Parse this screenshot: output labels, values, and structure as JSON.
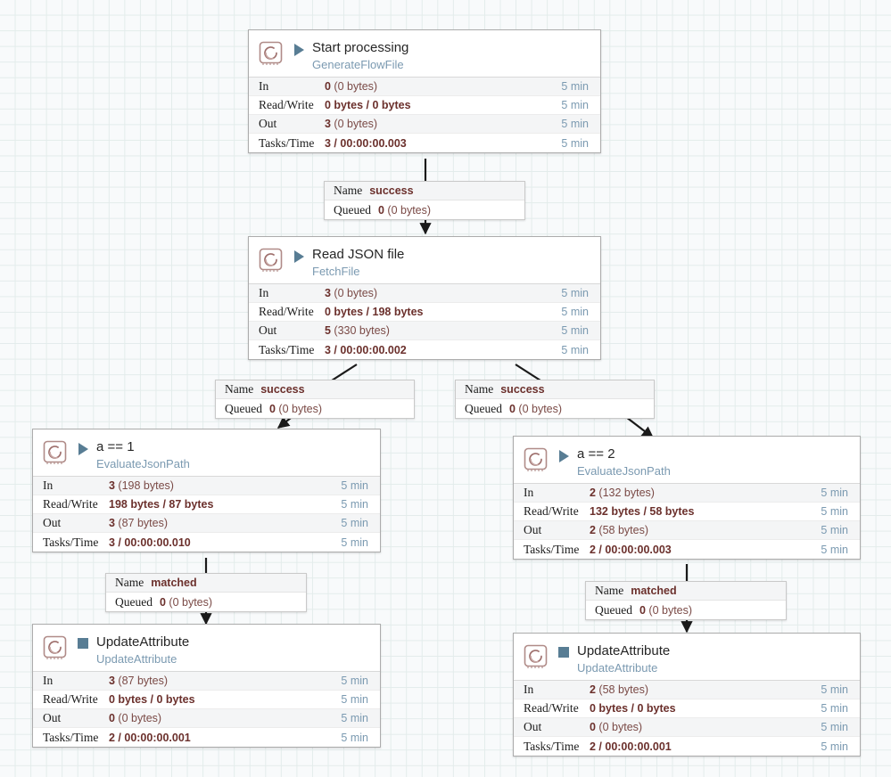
{
  "canvas": {
    "grid_color": "#e3eceb",
    "background_color": "#f8fafb",
    "accent_value_color": "#6b302c",
    "accent_type_color": "#7b9ab1",
    "run_glyph_color": "#587d94"
  },
  "stat_labels": {
    "in": "In",
    "read_write": "Read/Write",
    "out": "Out",
    "tasks_time": "Tasks/Time"
  },
  "conn_labels": {
    "name_key": "Name",
    "queued_key": "Queued"
  },
  "processors": [
    {
      "id": "start-processing",
      "name": "Start processing",
      "type": "GenerateFlowFile",
      "icon": "processor-chip-icon",
      "run_status": "running",
      "run_glyph": "play-icon",
      "stats": {
        "in_value": "0",
        "in_detail": " (0 bytes)",
        "in_time": "5 min",
        "rw_value": "0 bytes / 0 bytes",
        "rw_detail": "",
        "rw_time": "5 min",
        "out_value": "3",
        "out_detail": " (0 bytes)",
        "out_time": "5 min",
        "tasks_value": "3 / 00:00:00.003",
        "tasks_detail": "",
        "tasks_time": "5 min"
      }
    },
    {
      "id": "read-json-file",
      "name": "Read JSON file",
      "type": "FetchFile",
      "icon": "processor-chip-icon",
      "run_status": "running",
      "run_glyph": "play-icon",
      "stats": {
        "in_value": "3",
        "in_detail": " (0 bytes)",
        "in_time": "5 min",
        "rw_value": "0 bytes / 198 bytes",
        "rw_detail": "",
        "rw_time": "5 min",
        "out_value": "5",
        "out_detail": " (330 bytes)",
        "out_time": "5 min",
        "tasks_value": "3 / 00:00:00.002",
        "tasks_detail": "",
        "tasks_time": "5 min"
      }
    },
    {
      "id": "a-equals-1",
      "name": "a == 1",
      "type": "EvaluateJsonPath",
      "icon": "processor-chip-icon",
      "run_status": "running",
      "run_glyph": "play-icon",
      "stats": {
        "in_value": "3",
        "in_detail": " (198 bytes)",
        "in_time": "5 min",
        "rw_value": "198 bytes / 87 bytes",
        "rw_detail": "",
        "rw_time": "5 min",
        "out_value": "3",
        "out_detail": " (87 bytes)",
        "out_time": "5 min",
        "tasks_value": "3 / 00:00:00.010",
        "tasks_detail": "",
        "tasks_time": "5 min"
      }
    },
    {
      "id": "a-equals-2",
      "name": "a == 2",
      "type": "EvaluateJsonPath",
      "icon": "processor-chip-icon",
      "run_status": "running",
      "run_glyph": "play-icon",
      "stats": {
        "in_value": "2",
        "in_detail": " (132 bytes)",
        "in_time": "5 min",
        "rw_value": "132 bytes / 58 bytes",
        "rw_detail": "",
        "rw_time": "5 min",
        "out_value": "2",
        "out_detail": " (58 bytes)",
        "out_time": "5 min",
        "tasks_value": "2 / 00:00:00.003",
        "tasks_detail": "",
        "tasks_time": "5 min"
      }
    },
    {
      "id": "update-attribute-left",
      "name": "UpdateAttribute",
      "type": "UpdateAttribute",
      "icon": "processor-chip-icon",
      "run_status": "stopped",
      "run_glyph": "stop-icon",
      "stats": {
        "in_value": "3",
        "in_detail": " (87 bytes)",
        "in_time": "5 min",
        "rw_value": "0 bytes / 0 bytes",
        "rw_detail": "",
        "rw_time": "5 min",
        "out_value": "0",
        "out_detail": " (0 bytes)",
        "out_time": "5 min",
        "tasks_value": "2 / 00:00:00.001",
        "tasks_detail": "",
        "tasks_time": "5 min"
      }
    },
    {
      "id": "update-attribute-right",
      "name": "UpdateAttribute",
      "type": "UpdateAttribute",
      "icon": "processor-chip-icon",
      "run_status": "stopped",
      "run_glyph": "stop-icon",
      "stats": {
        "in_value": "2",
        "in_detail": " (58 bytes)",
        "in_time": "5 min",
        "rw_value": "0 bytes / 0 bytes",
        "rw_detail": "",
        "rw_time": "5 min",
        "out_value": "0",
        "out_detail": " (0 bytes)",
        "out_time": "5 min",
        "tasks_value": "2 / 00:00:00.001",
        "tasks_detail": "",
        "tasks_time": "5 min"
      }
    }
  ],
  "connections": [
    {
      "id": "conn-start-to-read",
      "name": "success",
      "queued_value": "0",
      "queued_detail": " (0 bytes)"
    },
    {
      "id": "conn-read-to-a1",
      "name": "success",
      "queued_value": "0",
      "queued_detail": " (0 bytes)"
    },
    {
      "id": "conn-read-to-a2",
      "name": "success",
      "queued_value": "0",
      "queued_detail": " (0 bytes)"
    },
    {
      "id": "conn-a1-to-update",
      "name": "matched",
      "queued_value": "0",
      "queued_detail": " (0 bytes)"
    },
    {
      "id": "conn-a2-to-update",
      "name": "matched",
      "queued_value": "0",
      "queued_detail": " (0 bytes)"
    }
  ]
}
